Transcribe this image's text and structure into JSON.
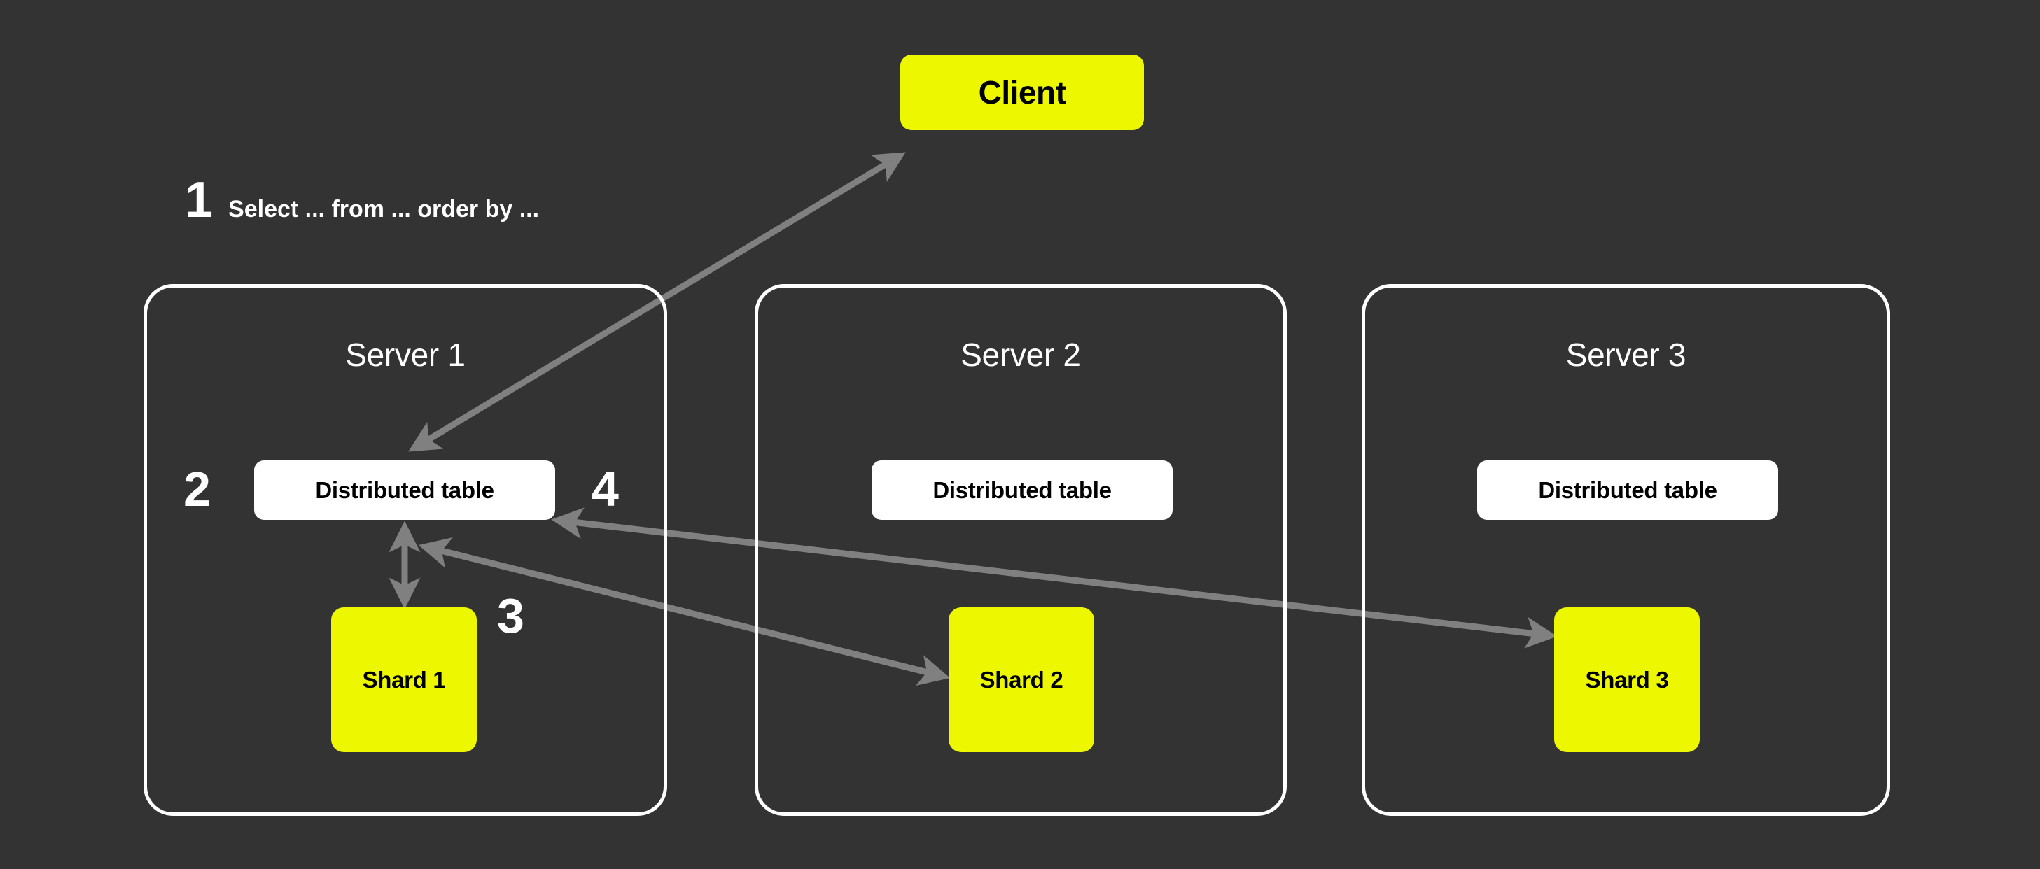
{
  "diagram": {
    "title_caption": "Select ... from ... order by ...",
    "background_color": "#333333",
    "accent_color": "#EDF800",
    "arrow_color": "#808080",
    "border_color": "#FFFFFF"
  },
  "client": {
    "label": "Client"
  },
  "steps": [
    {
      "number": "1",
      "text": "Select ... from ... order by ..."
    },
    {
      "number": "2",
      "text": ""
    },
    {
      "number": "3",
      "text": ""
    },
    {
      "number": "4",
      "text": ""
    }
  ],
  "servers": [
    {
      "title": "Server 1",
      "distributed_table": "Distributed table",
      "shard": "Shard 1"
    },
    {
      "title": "Server 2",
      "distributed_table": "Distributed table",
      "shard": "Shard 2"
    },
    {
      "title": "Server 3",
      "distributed_table": "Distributed table",
      "shard": "Shard 3"
    }
  ],
  "edges": [
    {
      "name": "client-to-distributed-table-1",
      "type": "double-arrow"
    },
    {
      "name": "distributed-table-1-to-shard-1",
      "type": "double-arrow"
    },
    {
      "name": "distributed-table-1-to-shard-2",
      "type": "arrow"
    },
    {
      "name": "shard-3-to-distributed-table-1",
      "type": "arrow"
    },
    {
      "name": "shard-2-to-distributed-table-1",
      "type": "arrow"
    }
  ]
}
